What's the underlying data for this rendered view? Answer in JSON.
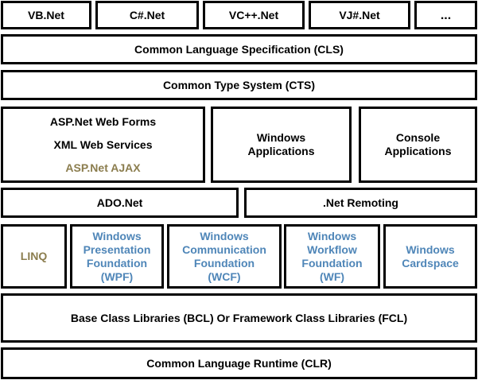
{
  "colors": {
    "black": "#000000",
    "blue": "#4f86b8",
    "olive": "#8b7d4e"
  },
  "languages": [
    "VB.Net",
    "C#.Net",
    "VC++.Net",
    "VJ#.Net",
    "..."
  ],
  "cls": "Common Language Specification (CLS)",
  "cts": "Common Type System (CTS)",
  "web": {
    "line1": "ASP.Net Web Forms",
    "line2": "XML Web Services",
    "line3": "ASP.Net AJAX"
  },
  "windows_apps": [
    "Windows",
    "Applications"
  ],
  "console_apps": [
    "Console",
    "Applications"
  ],
  "ado": "ADO.Net",
  "remoting": ".Net Remoting",
  "linq": "LINQ",
  "wpf": [
    "Windows",
    "Presentation",
    "Foundation",
    "(WPF)"
  ],
  "wcf": [
    "Windows",
    "Communication",
    "Foundation",
    "(WCF)"
  ],
  "wf": [
    "Windows",
    "Workflow",
    "Foundation",
    "(WF)"
  ],
  "cardspace": [
    "Windows",
    "Cardspace"
  ],
  "bcl": "Base Class Libraries (BCL) Or Framework Class Libraries (FCL)",
  "clr": "Common Language Runtime (CLR)"
}
